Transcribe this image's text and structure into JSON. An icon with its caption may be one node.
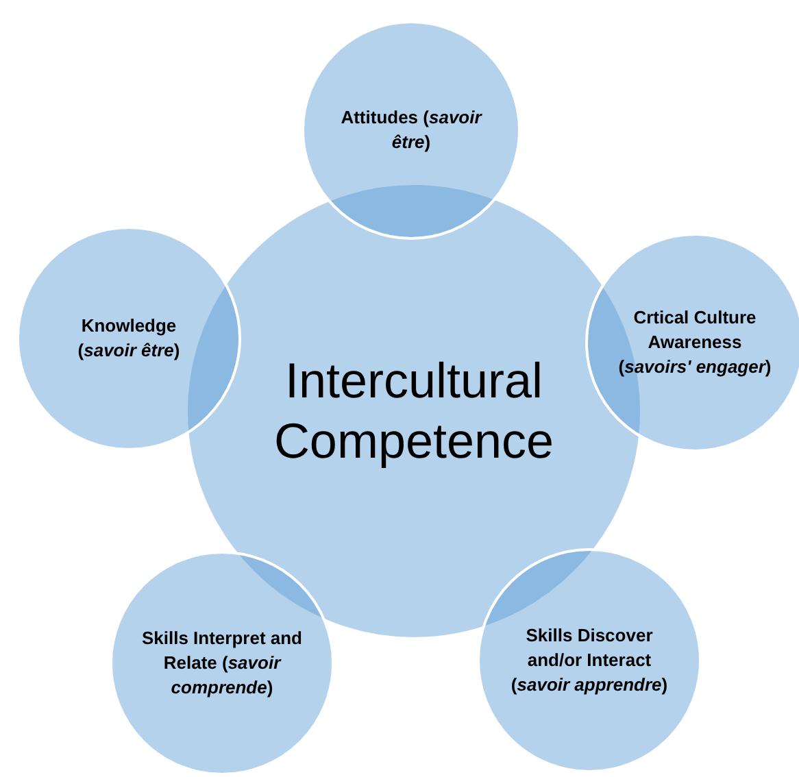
{
  "diagram": {
    "nodes": [
      {
        "text": [
          "Attitudes (*savoir être*)"
        ]
      },
      {
        "text": [
          "Knowledge (*savoir être*)"
        ]
      },
      {
        "text": [
          "Intercultural Competence"
        ]
      },
      {
        "text": [
          "Crtical Culture Awareness (*savoirs' engager*)"
        ]
      },
      {
        "text": [
          "Skills Interpret and Relate (*savoir comprende*)"
        ]
      },
      {
        "text": [
          "Skills Discover and/or Interact (*savoir apprendre*)"
        ]
      }
    ]
  }
}
